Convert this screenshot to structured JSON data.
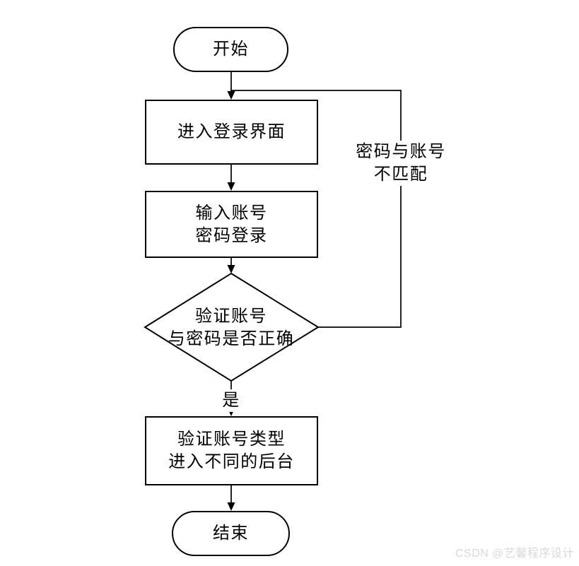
{
  "flowchart": {
    "title": "login-flow",
    "nodes": {
      "start": "开始",
      "enter_login": "进入登录界面",
      "input_credentials": "输入账号\n密码登录",
      "verify_credentials": "验证账号\n与密码是否正确",
      "verify_account_type": "验证账号类型\n进入不同的后台",
      "end": "结束"
    },
    "edge_labels": {
      "yes": "是",
      "mismatch": "密码与账号\n不匹配"
    },
    "colors": {
      "stroke": "#000000",
      "text": "#000000",
      "background": "#ffffff"
    }
  },
  "watermark": {
    "text": "CSDN @艺馨程序设计",
    "color": "#d9d9d9"
  }
}
